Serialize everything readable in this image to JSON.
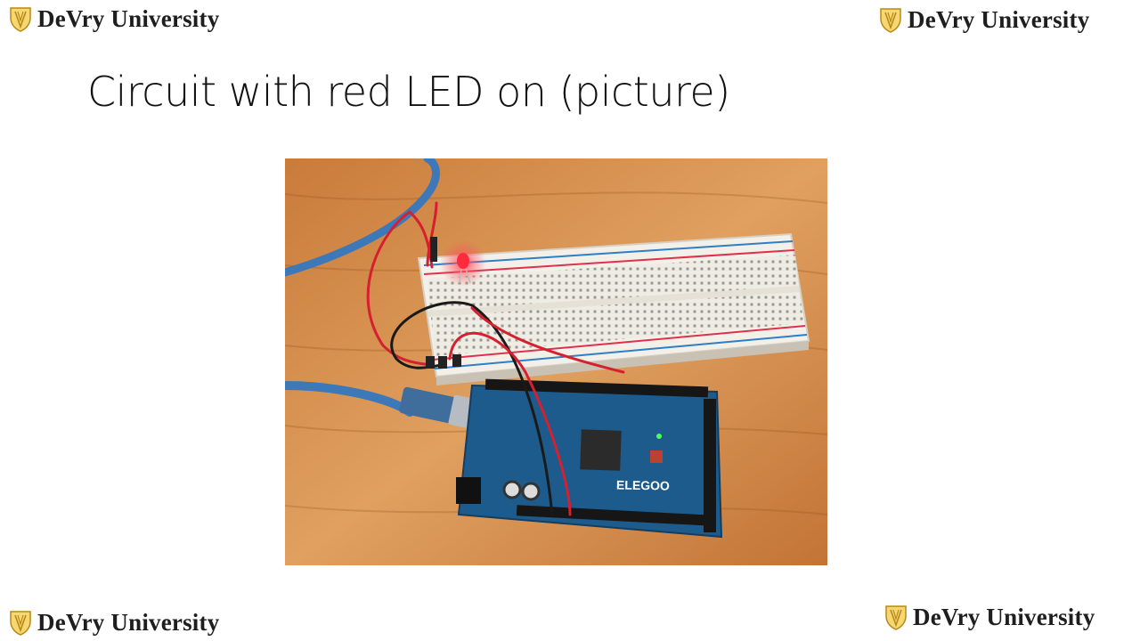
{
  "brand": {
    "name": "DeVry University",
    "shield_color": "#f2c94c",
    "shield_stroke": "#b88a15"
  },
  "slide": {
    "title": "Circuit with red LED on (picture)"
  },
  "photo": {
    "board_label": "ELEGOO",
    "wood_color": "#d8914a",
    "board_color": "#1d5b8d",
    "led_color": "#ff2a3c"
  }
}
